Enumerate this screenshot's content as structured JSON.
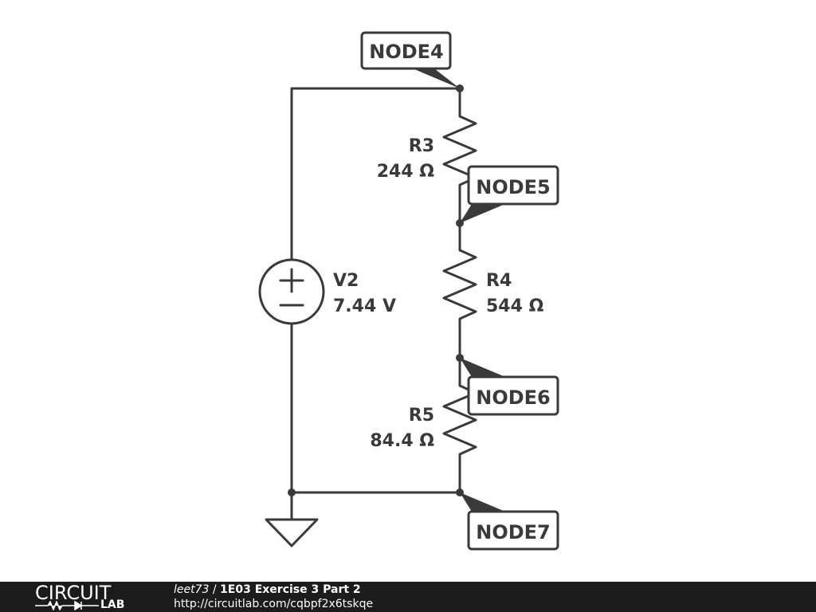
{
  "schematic": {
    "components": [
      {
        "ref": "V2",
        "value": "7.44 V"
      },
      {
        "ref": "R3",
        "value": "244 Ω"
      },
      {
        "ref": "R4",
        "value": "544 Ω"
      },
      {
        "ref": "R5",
        "value": "84.4 Ω"
      }
    ],
    "nodes": [
      "NODE4",
      "NODE5",
      "NODE6",
      "NODE7"
    ]
  },
  "footer": {
    "logo_top": "CIRCUIT",
    "logo_bottom": "LAB",
    "author": "leet73",
    "separator": " / ",
    "project": "1E03 Exercise 3 Part 2",
    "url": "http://circuitlab.com/cqbpf2x6tskqe"
  },
  "colors": {
    "wire": "#3a3a3a",
    "background": "#ffffff",
    "footer": "#1c1c1c"
  }
}
